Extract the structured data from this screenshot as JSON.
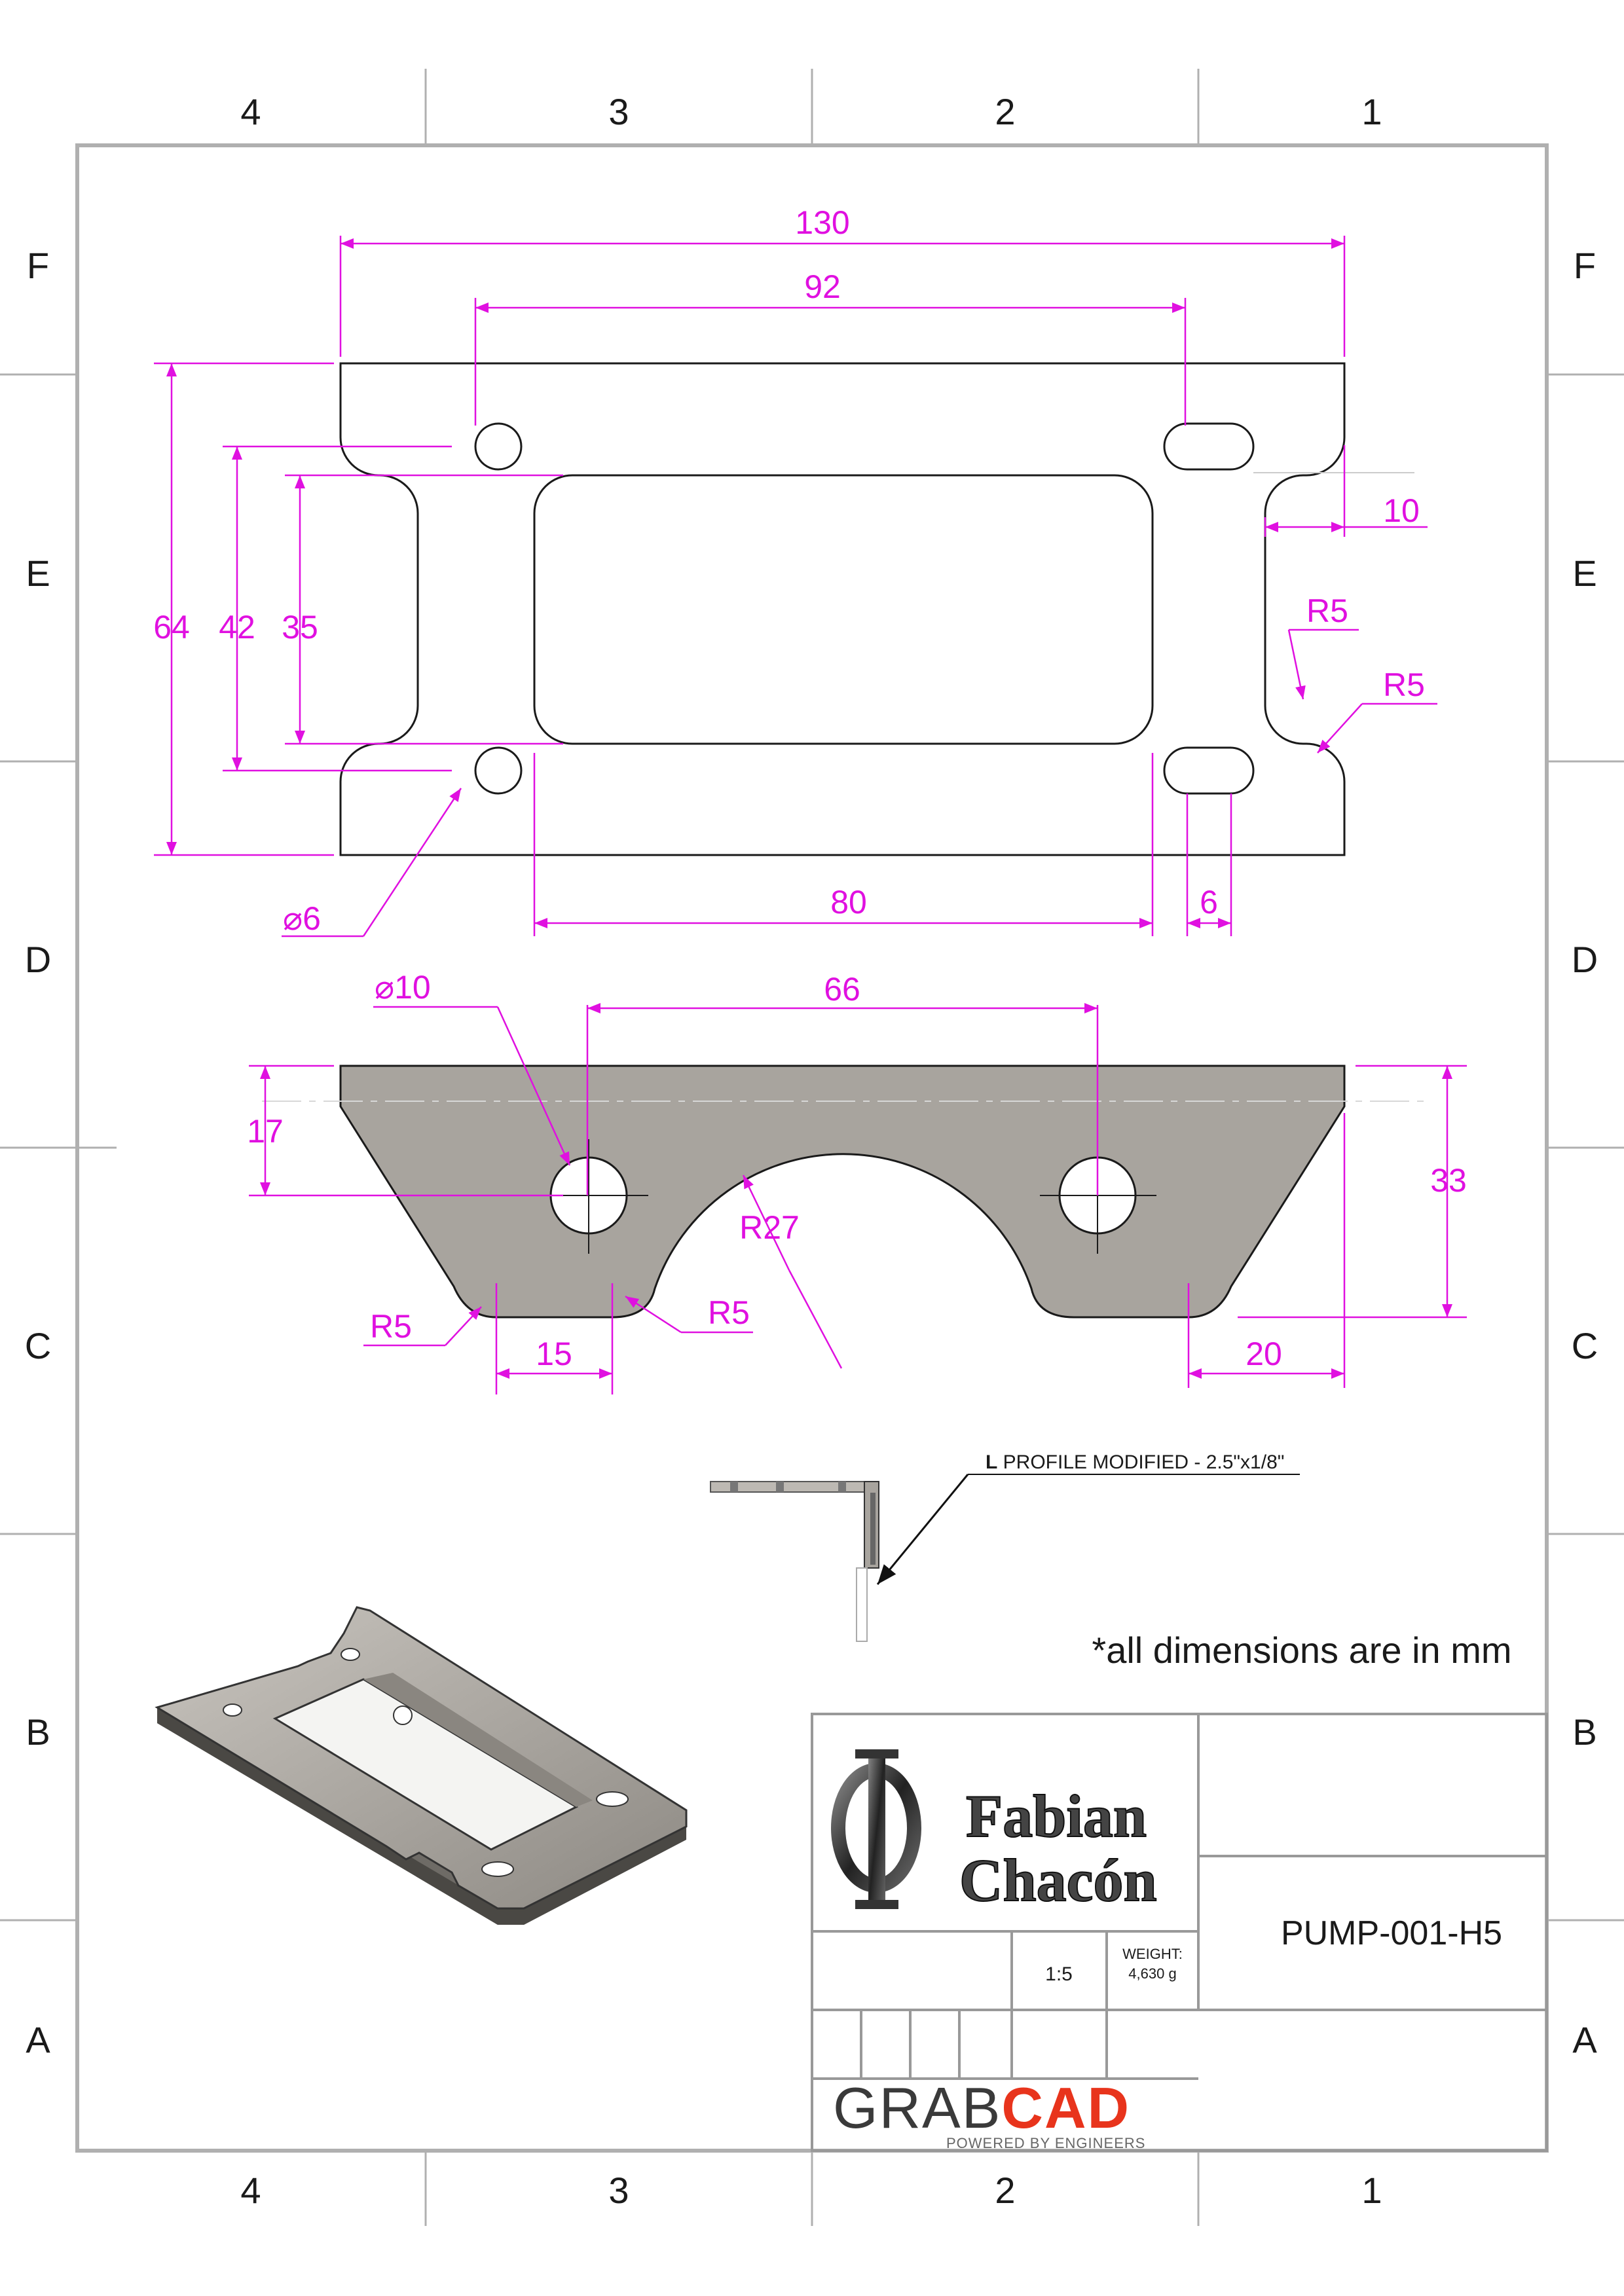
{
  "sheet": {
    "zones_top": [
      "4",
      "3",
      "2",
      "1"
    ],
    "zones_bottom": [
      "4",
      "3",
      "2",
      "1"
    ],
    "zones_left": [
      "F",
      "E",
      "D",
      "C",
      "B",
      "A"
    ],
    "zones_right": [
      "F",
      "E",
      "D",
      "C",
      "B",
      "A"
    ]
  },
  "top_view": {
    "dims": {
      "overall_width": "130",
      "slot_spacing": "92",
      "overall_height": "64",
      "hole_spacing": "42",
      "window_height": "35",
      "notch_depth": "10",
      "radius_a": "R5",
      "radius_b": "R5",
      "hole_dia": "6",
      "window_width": "80",
      "slot_width": "6"
    }
  },
  "front_view": {
    "dims": {
      "hole_dia": "10",
      "hole_spacing": "66",
      "hole_height": "17",
      "overall_height": "33",
      "arc_radius": "R27",
      "radius_left": "R5",
      "radius_right": "R5",
      "foot_left": "15",
      "foot_right": "20"
    }
  },
  "profile_note": {
    "letter": "L",
    "text": "PROFILE MODIFIED - 2.5\"x1/8\""
  },
  "units_note": "*all dimensions are in mm",
  "title_block": {
    "logo_line1": "Fabian",
    "logo_line2": "Chacón",
    "part_number": "PUMP-001-H5",
    "scale": "1:5",
    "weight_label": "WEIGHT:",
    "weight_value": "4,630 g",
    "brand_grab": "GRAB",
    "brand_cad": "CAD",
    "brand_tagline": "POWERED BY ENGINEERS"
  },
  "colors": {
    "dimension": "#e010e0",
    "part_fill": "#a8a49e",
    "brand_red": "#e8341c",
    "brand_dark": "#3a3a3a"
  }
}
